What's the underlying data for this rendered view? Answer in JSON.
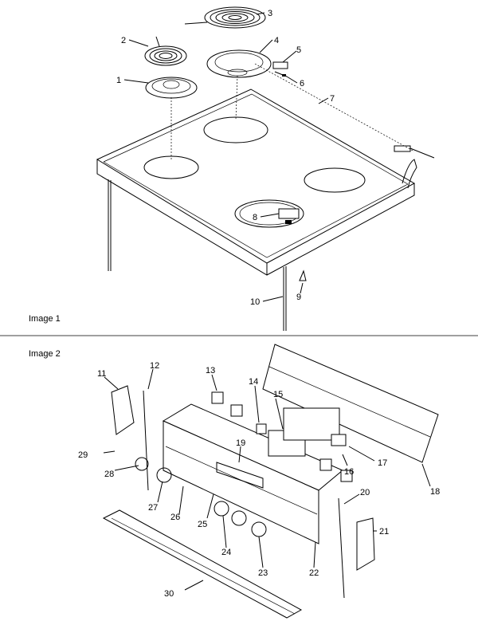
{
  "images": [
    {
      "title": "Image 1",
      "callouts": [
        "1",
        "2",
        "3",
        "4",
        "5",
        "6",
        "7",
        "8",
        "9",
        "10"
      ]
    },
    {
      "title": "Image 2",
      "callouts": [
        "11",
        "12",
        "13",
        "14",
        "15",
        "16",
        "17",
        "18",
        "19",
        "20",
        "21",
        "22",
        "23",
        "24",
        "25",
        "26",
        "27",
        "28",
        "29",
        "30"
      ]
    }
  ]
}
